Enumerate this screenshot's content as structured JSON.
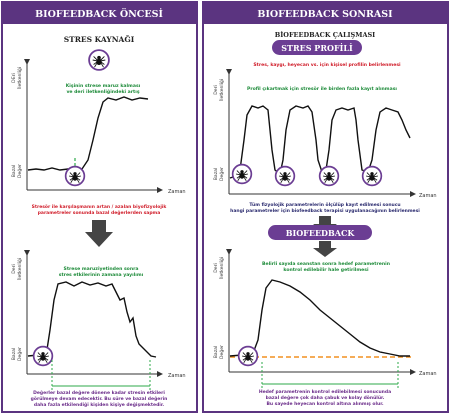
{
  "colors": {
    "panel_border": "#5b3480",
    "header_bg": "#5b3480",
    "pill_bg": "#6b3d93",
    "red_text": "#d01d2a",
    "green_text": "#1e8b3a",
    "purple_text": "#6b2d8a",
    "green_dash": "#2eaa4a",
    "baseline_orange": "#f29020",
    "arrow": "#444444"
  },
  "icons": {
    "spider": "spider-icon",
    "arrow": "down-arrow-icon"
  },
  "left_panel": {
    "header": "BIOFEEDBACK ÖNCESİ",
    "section_title": "STRES KAYNAĞI",
    "chart1": {
      "y_label_top_1": "DEri",
      "y_label_top_2": "İletkenliği",
      "y_label_bottom_1": "Bazal",
      "y_label_bottom_2": "Değer",
      "x_label": "Zaman",
      "annot_1": "Kişinin strese maruz kalması",
      "annot_2": "ve deri iletkenliğindeki artış"
    },
    "caption_mid_1": "Stresör ile karşılaşmanın artan / azalan biyofizyolojik",
    "caption_mid_2": "parametreler sonunda bazal değerlerden sapma",
    "chart2": {
      "y_label_top_1": "Deri",
      "y_label_top_2": "İletkenliği",
      "y_label_bottom_1": "Bazal",
      "y_label_bottom_2": "Değer",
      "x_label": "Zaman",
      "annot_1": "Strese maruziyetinden sonra",
      "annot_2": "stres etkilerinin zamana yayılımı"
    },
    "caption_bottom_1": "Değerler bazal değere dönene kadar stresin etkileri",
    "caption_bottom_2": "görülmeye devam edecektir. Bu süre ve bazal değerin",
    "caption_bottom_3": "daha fazla etkilendiği kişiden kişiye değişmektedir."
  },
  "right_panel": {
    "header": "BIOFEEDBACK SONRASI",
    "section_title": "BİOFEEDBACK ÇALIŞMASI",
    "pill_1": "STRES PROFİLİ",
    "pill_1_desc": "Stres, kaygı, heyecan vs. için kişisel profilin belirlenmesi",
    "chart1": {
      "y_label_top_1": "Deri",
      "y_label_top_2": "İletkenliği",
      "y_label_bottom_1": "Bazal",
      "y_label_bottom_2": "Değer",
      "x_label": "Zaman",
      "annot": "Profil çıkartmak için stresör ile birden fazla kayıt alınması"
    },
    "caption_mid_1": "Tüm fizyolojik parametrelerin ölçülüp kayıt edilmesi sonucu",
    "caption_mid_2": "hangi parametreler için biofeedback terapisi uygulanacağının belirlenmesi",
    "pill_2": "BIOFEEDBACK",
    "chart2": {
      "y_label_top_1": "Deri",
      "y_label_top_2": "İletkenliği",
      "y_label_bottom_1": "Bazal",
      "y_label_bottom_2": "Değer",
      "x_label": "Zaman",
      "annot_1": "Belirli sayıda seanstan sonra hedef parametrenin",
      "annot_2": "kontrol edilebilir hale getirilmesi"
    },
    "caption_bottom_1": "Hedef parametrenin kontrol edilebilmesi sonucunda",
    "caption_bottom_2": "bazal değere çok daha çabuk ve kolay dönülür.",
    "caption_bottom_3": "Bu sayede heyecan kontrol altına alınmış olur."
  }
}
